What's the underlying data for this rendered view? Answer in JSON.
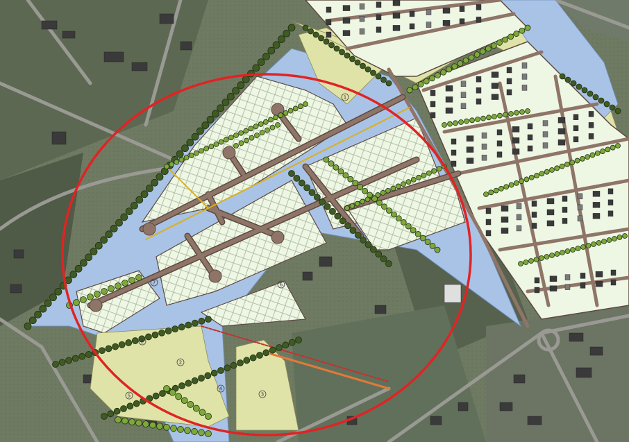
{
  "map": {
    "type": "aerial photo with overlaid urban development plan",
    "highlight": {
      "shape": "circle",
      "color": "#e12323"
    },
    "colors": {
      "aerial_field": "#6f7a63",
      "aerial_dark": "#4e5848",
      "aerial_road": "#9a9a94",
      "plan_plot": "#eef6e4",
      "plan_grid": "#a8b69c",
      "plan_road": "#8e7568",
      "plan_road_edge": "#5d4a40",
      "water": "#a9c3e6",
      "green_buffer": "#dfe3a8",
      "tree_dark": "#3f5a22",
      "tree_light": "#7ea83a",
      "building": "#3a3a3a",
      "accent_yellow": "#d8b020",
      "accent_red": "#c9302c"
    },
    "zones": [
      {
        "id": "zone-1",
        "label": "1"
      },
      {
        "id": "zone-2a",
        "label": "2"
      },
      {
        "id": "zone-2b",
        "label": "2"
      },
      {
        "id": "zone-3",
        "label": "3"
      },
      {
        "id": "zone-4",
        "label": "4"
      },
      {
        "id": "zone-5",
        "label": "5"
      },
      {
        "id": "zone-6",
        "label": "6"
      },
      {
        "id": "zone-7",
        "label": "7"
      }
    ]
  }
}
